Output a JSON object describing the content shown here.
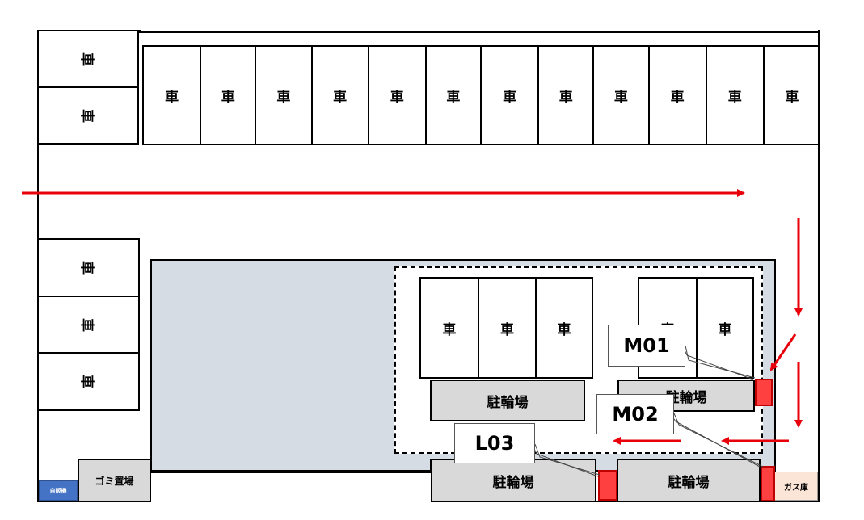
{
  "car_label": "車",
  "bicycle_parking_label": "駐輪場",
  "garbage_area_label": "ゴミ置場",
  "vending_machine_label": "自販機",
  "gas_storage_label": "ガス庫",
  "callouts": {
    "m01": "M01",
    "m02": "M02",
    "l03": "L03"
  },
  "top_row_spaces": [
    "車",
    "車",
    "車",
    "車",
    "車",
    "車",
    "車",
    "車",
    "車",
    "車",
    "車",
    "車"
  ],
  "inner_left_spaces": [
    "車",
    "車",
    "車"
  ],
  "inner_right_spaces": [
    "車",
    "車"
  ],
  "colors": {
    "arrow": "#e8000a",
    "marker": "#ff4040",
    "building": "#d6dce4",
    "bicycle": "#d9d9d9",
    "vending": "#4472c4",
    "gas": "#fbe5d6"
  }
}
